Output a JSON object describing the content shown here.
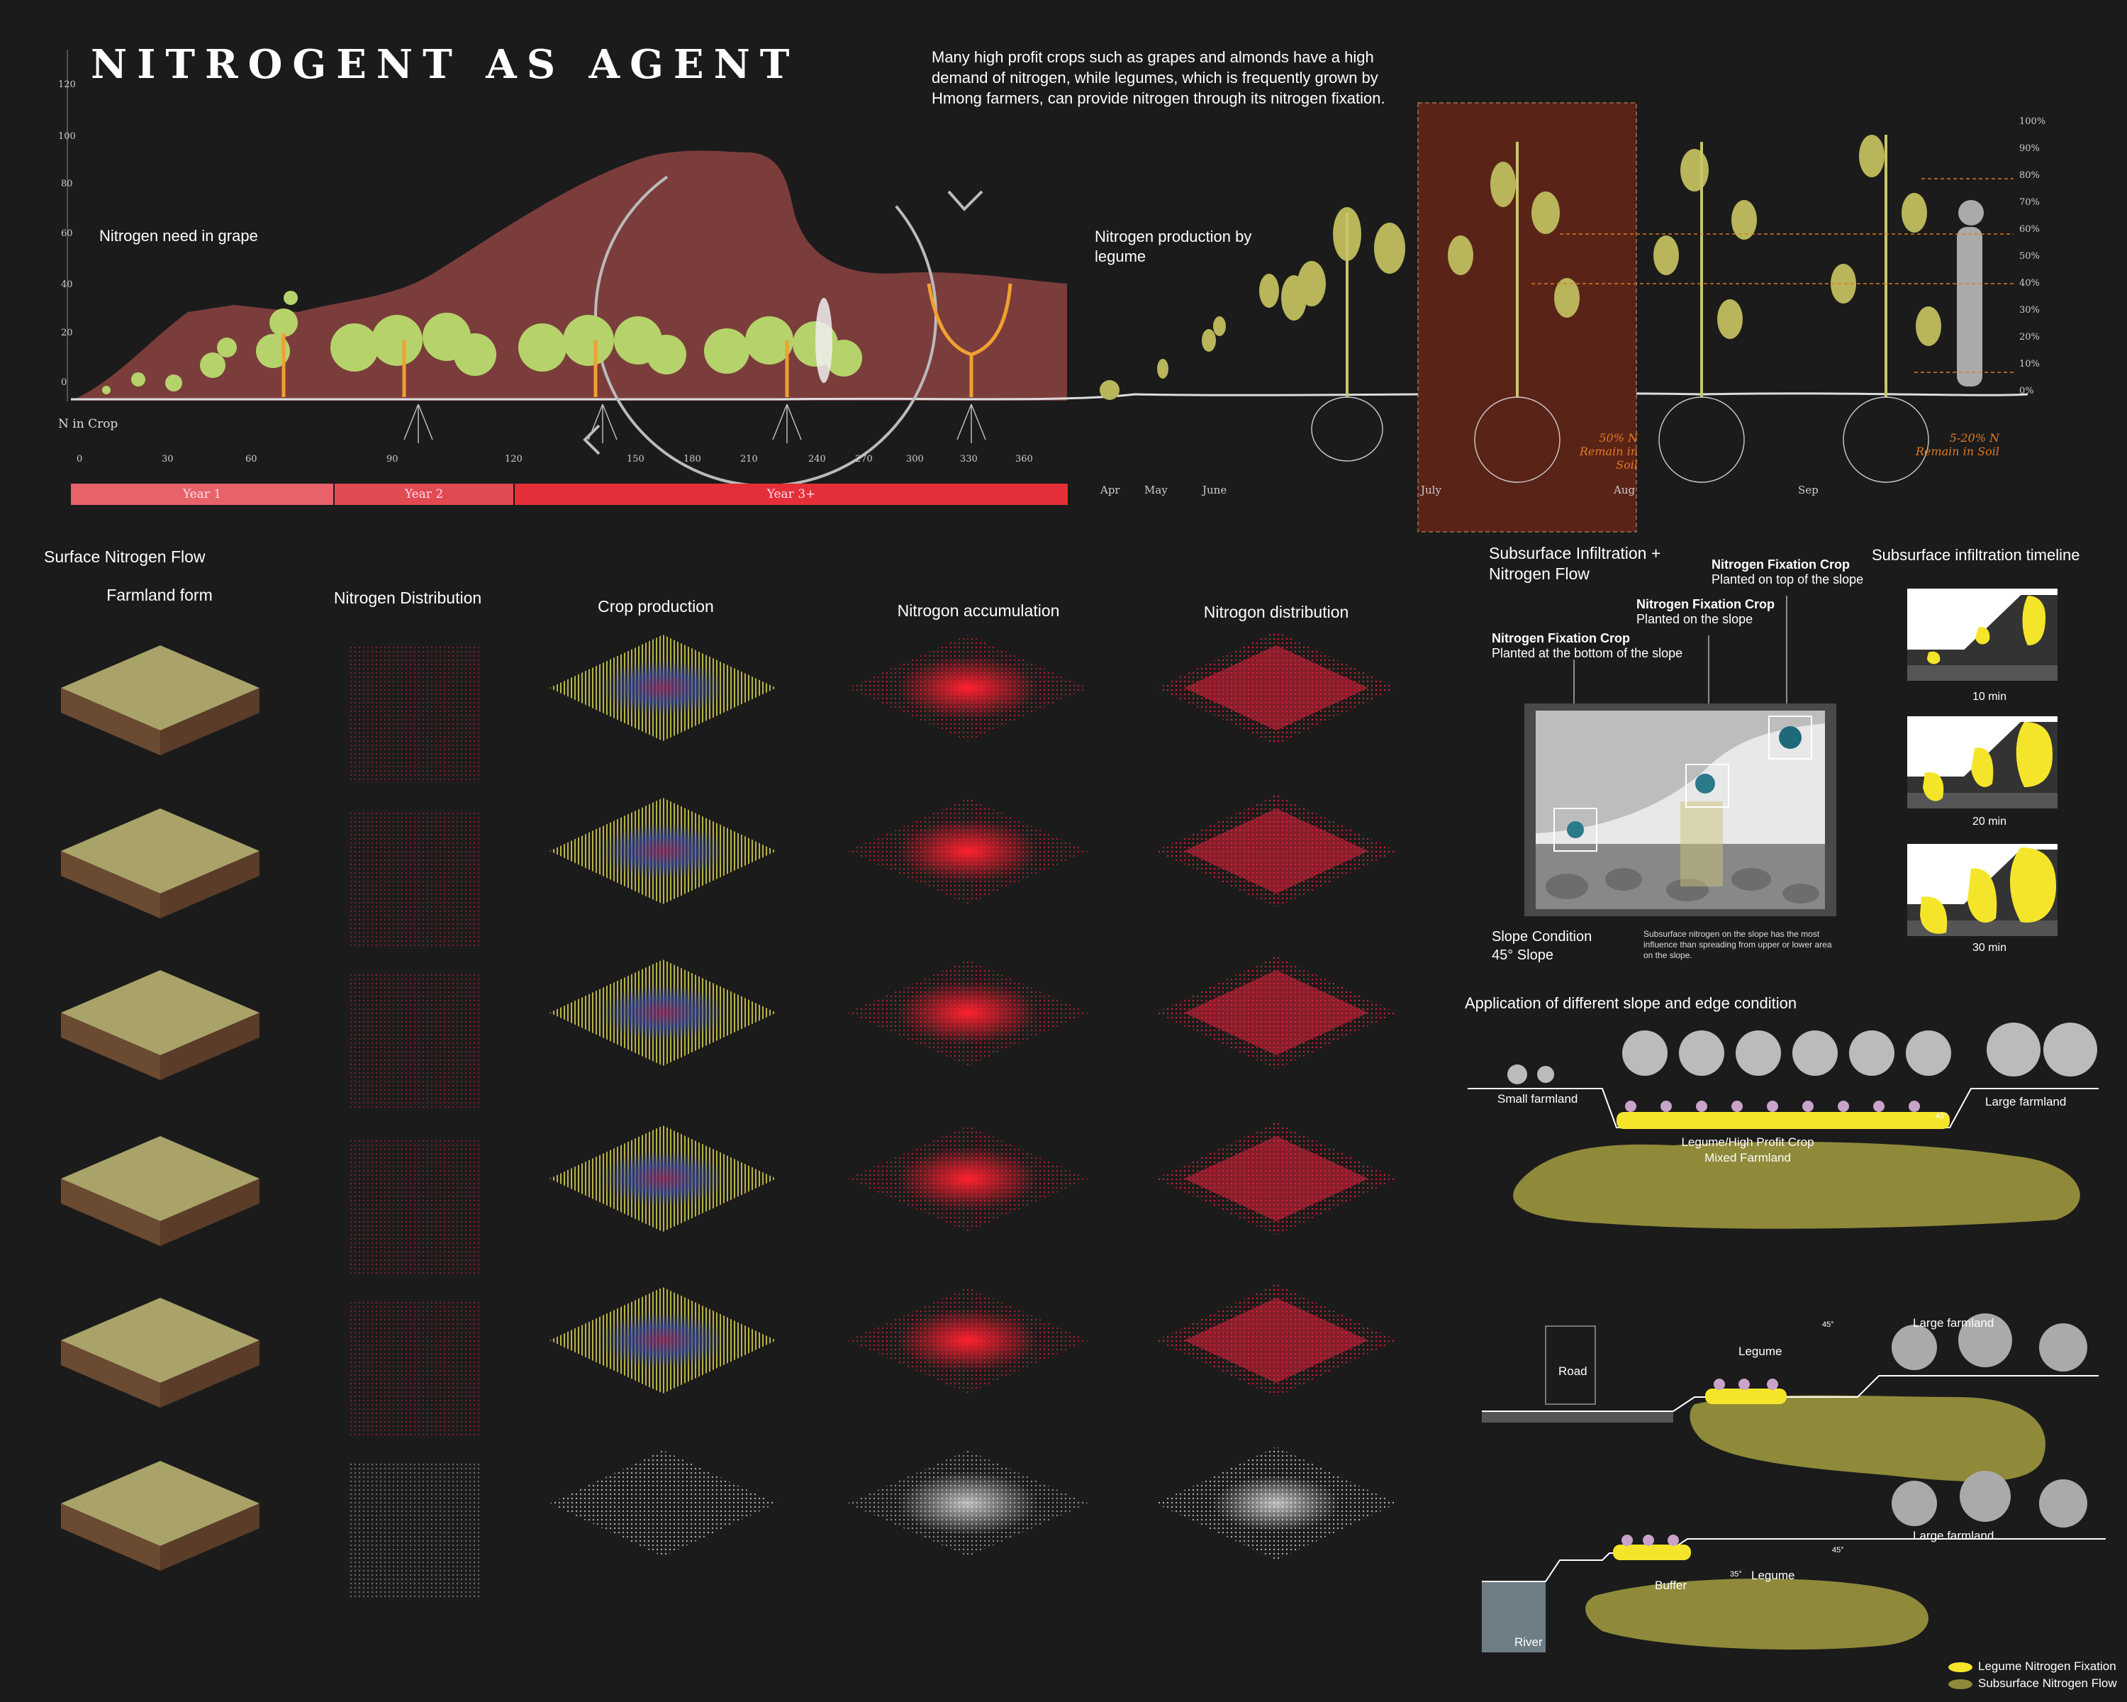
{
  "title": "NITROGENT AS AGENT",
  "intro": "Many high profit crops such as grapes and almonds have a high demand of nitrogen, while legumes, which is frequently grown by Hmong farmers, can provide nitrogen through its nitrogen fixation.",
  "top_chart": {
    "grape_label": "Nitrogen need in grape",
    "legume_label": "Nitrogen production by legume",
    "y_ticks": [
      "120",
      "100",
      "80",
      "60",
      "40",
      "20",
      "0"
    ],
    "y_axis_label": "N in Crop",
    "x_ticks": [
      "0",
      "30",
      "60",
      "90",
      "120",
      "150",
      "180",
      "210",
      "240",
      "270",
      "300",
      "330",
      "360"
    ],
    "years": [
      "Year 1",
      "Year 2",
      "Year 3+"
    ],
    "months": [
      "Apr",
      "May",
      "June",
      "July",
      "Aug",
      "Sep"
    ],
    "pct_ticks": [
      "100%",
      "90%",
      "80%",
      "70%",
      "60%",
      "50%",
      "40%",
      "30%",
      "20%",
      "10%",
      "0%"
    ],
    "remain1": [
      "50% N",
      "Remain in Soil"
    ],
    "remain2": [
      "5-20% N",
      "Remain in Soil"
    ]
  },
  "surface": {
    "section_title": "Surface Nitrogen Flow",
    "columns": [
      "Farmland form",
      "Nitrogen Distribution",
      "Crop production",
      "Nitrogon accumulation",
      "Nitrogon distribution"
    ]
  },
  "subsurface": {
    "title_line1": "Subsurface Infiltration +",
    "title_line2": "Nitrogen Flow",
    "timeline_title": "Subsurface infiltration timeline",
    "fixation_top_title": "Nitrogen Fixation Crop",
    "fixation_top_sub": "Planted on top of the slope",
    "fixation_mid_title": "Nitrogen Fixation Crop",
    "fixation_mid_sub": "Planted on the slope",
    "fixation_bot_title": "Nitrogen Fixation Crop",
    "fixation_bot_sub": "Planted at the bottom of the slope",
    "slope_cond": "Slope Condition",
    "slope_deg": "45° Slope",
    "slope_note": "Subsurface nitrogen on the slope has the most influence than spreading from upper or lower area on the slope.",
    "times": [
      "10 min",
      "20 min",
      "30 min"
    ]
  },
  "application": {
    "title": "Application of different slope and edge condition",
    "s1_left": "Small farmland",
    "s1_right": "Large farmland",
    "s1_center1": "Legume/High Profit Crop",
    "s1_center2": "Mixed Farmland",
    "s2_road": "Road",
    "s2_legume": "Legume",
    "s2_right": "Large farmland",
    "s3_river": "River",
    "s3_buffer": "Buffer",
    "s3_legume": "Legume",
    "s3_right": "Large farmland",
    "angle": "45°",
    "angle2": "35°"
  },
  "legend": {
    "fix": "Legume Nitrogen Fixation",
    "flow": "Subsurface Nitrogen Flow",
    "fix_color": "#f5e52a",
    "flow_color": "#8f8a3a"
  }
}
